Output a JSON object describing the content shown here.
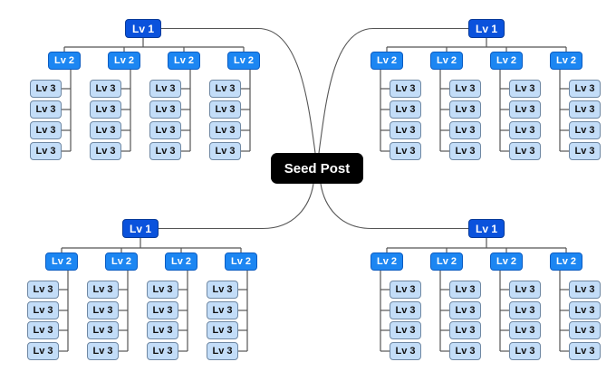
{
  "diagram": {
    "title": "Seed Post topic cluster mind map",
    "center": {
      "label": "Seed Post"
    },
    "colors": {
      "lv1_fill": "#0a52dc",
      "lv2_fill": "#1c86f2",
      "lv3_fill": "#c3ddf8",
      "center_fill": "#000000",
      "connector": "#555555"
    },
    "clusters": [
      {
        "position": "top-left",
        "label": "Lv 1",
        "children": [
          {
            "label": "Lv 2",
            "children": [
              "Lv 3",
              "Lv 3",
              "Lv 3",
              "Lv 3"
            ]
          },
          {
            "label": "Lv 2",
            "children": [
              "Lv 3",
              "Lv 3",
              "Lv 3",
              "Lv 3"
            ]
          },
          {
            "label": "Lv 2",
            "children": [
              "Lv 3",
              "Lv 3",
              "Lv 3",
              "Lv 3"
            ]
          },
          {
            "label": "Lv 2",
            "children": [
              "Lv 3",
              "Lv 3",
              "Lv 3",
              "Lv 3"
            ]
          }
        ]
      },
      {
        "position": "top-right",
        "label": "Lv 1",
        "children": [
          {
            "label": "Lv 2",
            "children": [
              "Lv 3",
              "Lv 3",
              "Lv 3",
              "Lv 3"
            ]
          },
          {
            "label": "Lv 2",
            "children": [
              "Lv 3",
              "Lv 3",
              "Lv 3",
              "Lv 3"
            ]
          },
          {
            "label": "Lv 2",
            "children": [
              "Lv 3",
              "Lv 3",
              "Lv 3",
              "Lv 3"
            ]
          },
          {
            "label": "Lv 2",
            "children": [
              "Lv 3",
              "Lv 3",
              "Lv 3",
              "Lv 3"
            ]
          }
        ]
      },
      {
        "position": "bottom-left",
        "label": "Lv 1",
        "children": [
          {
            "label": "Lv 2",
            "children": [
              "Lv 3",
              "Lv 3",
              "Lv 3",
              "Lv 3"
            ]
          },
          {
            "label": "Lv 2",
            "children": [
              "Lv 3",
              "Lv 3",
              "Lv 3",
              "Lv 3"
            ]
          },
          {
            "label": "Lv 2",
            "children": [
              "Lv 3",
              "Lv 3",
              "Lv 3",
              "Lv 3"
            ]
          },
          {
            "label": "Lv 2",
            "children": [
              "Lv 3",
              "Lv 3",
              "Lv 3",
              "Lv 3"
            ]
          }
        ]
      },
      {
        "position": "bottom-right",
        "label": "Lv 1",
        "children": [
          {
            "label": "Lv 2",
            "children": [
              "Lv 3",
              "Lv 3",
              "Lv 3",
              "Lv 3"
            ]
          },
          {
            "label": "Lv 2",
            "children": [
              "Lv 3",
              "Lv 3",
              "Lv 3",
              "Lv 3"
            ]
          },
          {
            "label": "Lv 2",
            "children": [
              "Lv 3",
              "Lv 3",
              "Lv 3",
              "Lv 3"
            ]
          },
          {
            "label": "Lv 2",
            "children": [
              "Lv 3",
              "Lv 3",
              "Lv 3",
              "Lv 3"
            ]
          }
        ]
      }
    ]
  }
}
